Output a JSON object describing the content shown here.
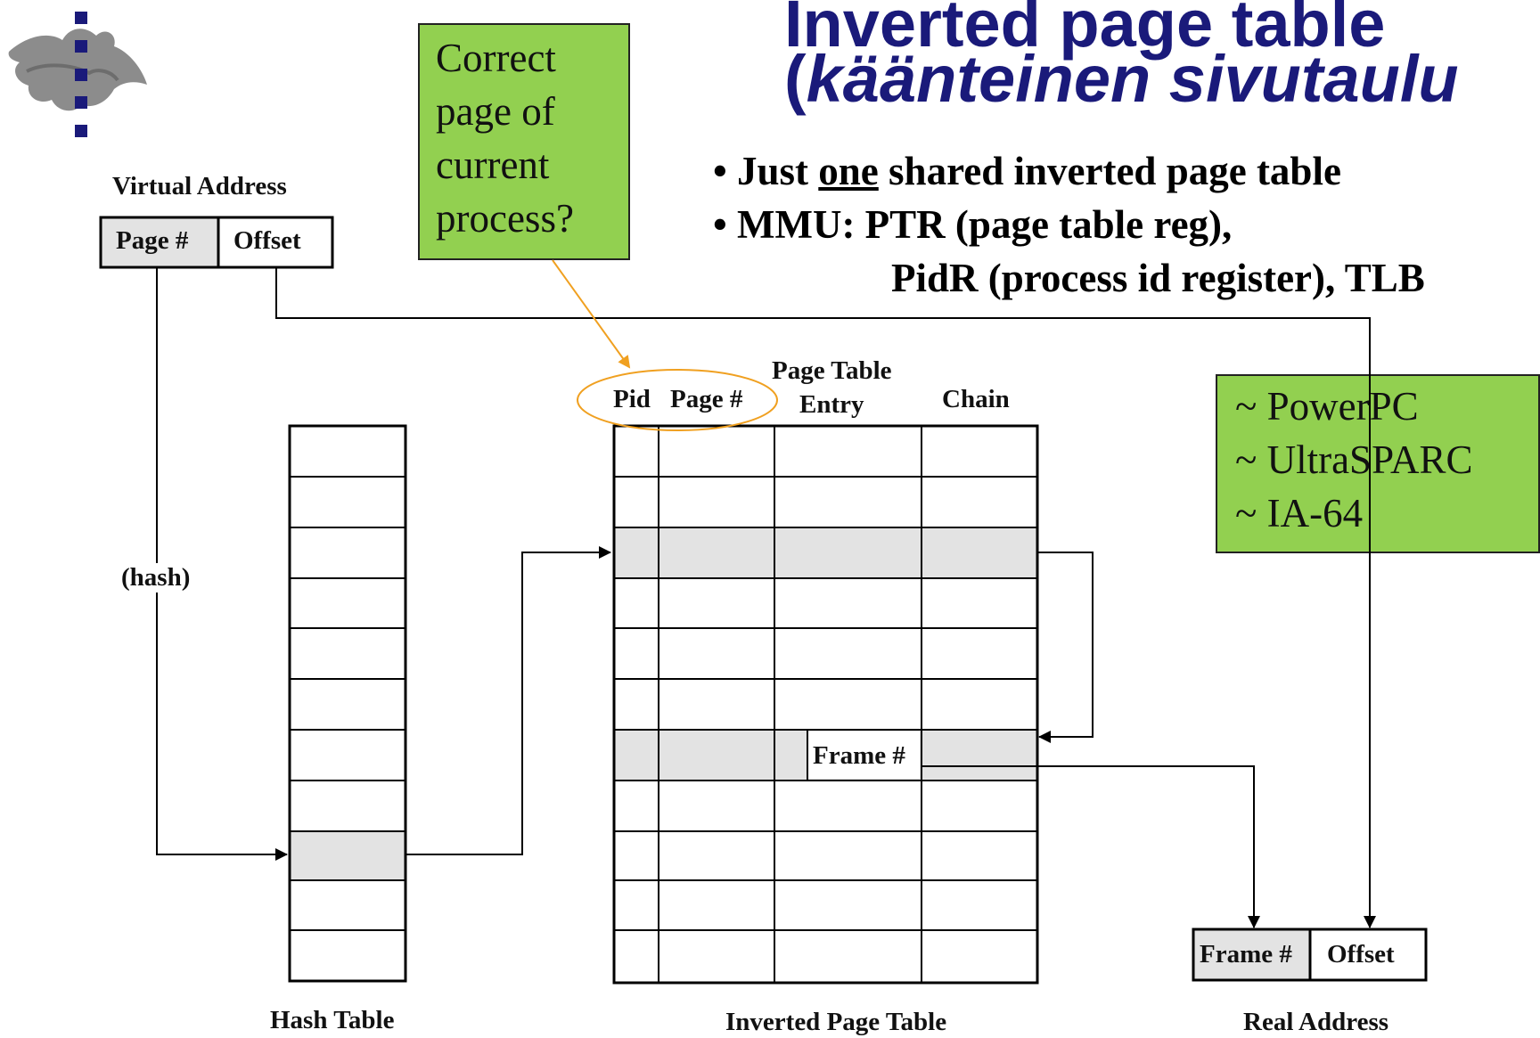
{
  "slide": {
    "title_line1": "Inverted page table",
    "title_line2_open": "(",
    "title_line2_italic": "käänteinen sivutaulu",
    "bullets": [
      {
        "prefix": "• Just ",
        "underlined": "one",
        "suffix": " shared inverted page table"
      },
      {
        "text": "• MMU: PTR (page table reg),"
      },
      {
        "text": "PidR (process id register), TLB"
      }
    ]
  },
  "callouts": {
    "correct_page": [
      "Correct",
      "page of",
      "current",
      "process?"
    ],
    "architectures": [
      "~ PowerPC",
      "~ UltraSPARC",
      "~ IA-64"
    ]
  },
  "diagram": {
    "virtual_address_label": "Virtual Address",
    "va_page": "Page #",
    "va_offset": "Offset",
    "hash_label": "(hash)",
    "hash_table_label": "Hash Table",
    "ipt_headers": {
      "pid": "Pid",
      "page": "Page #",
      "pte_line1": "Page Table",
      "pte_line2": "Entry",
      "chain": "Chain"
    },
    "frame_cell": "Frame #",
    "inverted_table_label": "Inverted Page Table",
    "ra_frame": "Frame #",
    "ra_offset": "Offset",
    "real_address_label": "Real Address"
  },
  "colors": {
    "title": "#1a1a7a",
    "callout_fill": "#92d050",
    "highlight_row": "#e3e3e3",
    "pointer": "#f0a020"
  }
}
